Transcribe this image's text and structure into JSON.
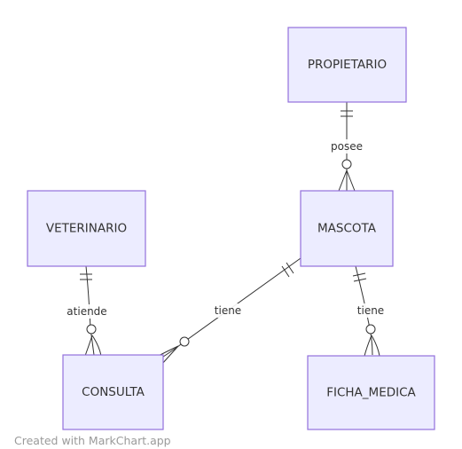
{
  "diagram": {
    "entities": {
      "propietario": "PROPIETARIO",
      "mascota": "MASCOTA",
      "veterinario": "VETERINARIO",
      "consulta": "CONSULTA",
      "ficha_medica": "FICHA_MEDICA"
    },
    "relationships": {
      "posee": "posee",
      "atiende": "atiende",
      "tiene_consulta": "tiene",
      "tiene_ficha": "tiene"
    },
    "colors": {
      "entity_fill": "#ECECFF",
      "entity_stroke": "#9370DB",
      "line": "#333333"
    }
  },
  "footer": {
    "watermark": "Created with MarkChart.app"
  }
}
